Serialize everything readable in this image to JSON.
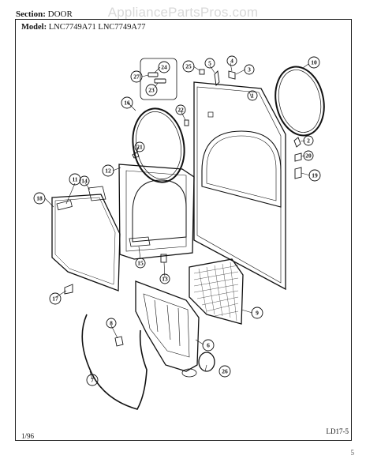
{
  "watermark": "AppliancePartsPros.com",
  "header": {
    "section_label": "Section:",
    "section_value": "DOOR",
    "model_label": "Model:",
    "model_values": "LNC7749A71 LNC7749A77"
  },
  "footer": {
    "date": "1/96",
    "page_code": "LD17-5",
    "corner_mark": "5"
  },
  "callouts": [
    "24",
    "27",
    "23",
    "25",
    "5",
    "4",
    "3",
    "10",
    "1",
    "16",
    "22",
    "2",
    "20",
    "21",
    "12",
    "19",
    "11",
    "14",
    "18",
    "15",
    "13",
    "9",
    "17",
    "8",
    "6",
    "26",
    "7"
  ]
}
